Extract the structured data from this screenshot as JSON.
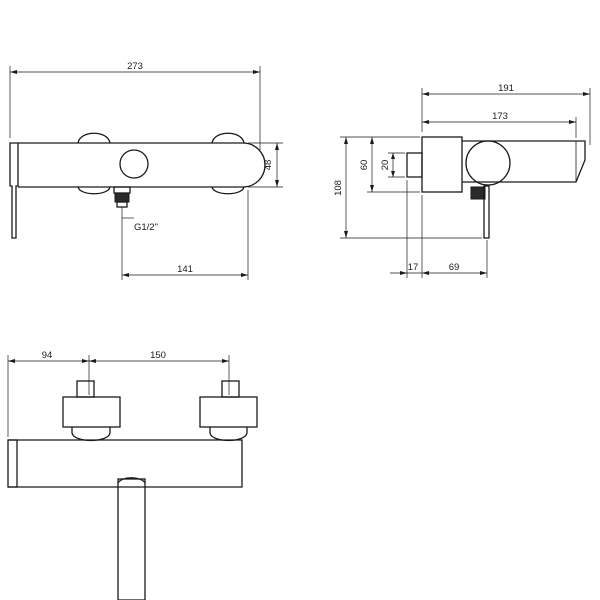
{
  "front_view": {
    "width_overall": "273",
    "height_body": "48",
    "inlet_to_end": "141",
    "thread": "G1/2\""
  },
  "side_view": {
    "depth_overall": "191",
    "depth_spout": "173",
    "height_overall": "108",
    "height_inlet": "60",
    "inlet_diameter": "20",
    "wall_offset": "17",
    "handle_offset": "69"
  },
  "top_view": {
    "offset_left": "94",
    "center_distance": "150"
  }
}
